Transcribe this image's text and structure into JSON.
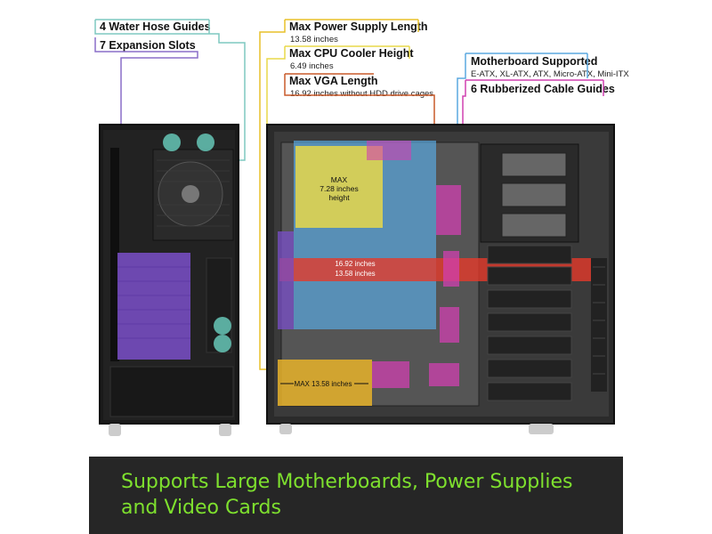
{
  "callouts": {
    "water_hose": {
      "title": "4 Water Hose Guides",
      "color": "#7ec8c0"
    },
    "expansion": {
      "title": "7 Expansion Slots",
      "color": "#8a6fc9"
    },
    "psu": {
      "title": "Max Power Supply Length",
      "value": "13.58 inches",
      "color": "#e8c12a"
    },
    "cpu": {
      "title": "Max CPU Cooler Height",
      "value": "6.49 inches",
      "color": "#e8d84a"
    },
    "vga": {
      "title": "Max VGA Length",
      "value": "16.92 inches without HDD drive cages",
      "color": "#e05a2a"
    },
    "mobo": {
      "title": "Motherboard Supported",
      "value": "E-ATX, XL-ATX, ATX, Micro-ATX, Mini-ITX",
      "color": "#5aa8e0"
    },
    "cable": {
      "title": "6 Rubberized Cable Guides",
      "color": "#d040b0"
    }
  },
  "overlays": {
    "cpu_max": "MAX\n7.28 inches\nheight",
    "vga_len_1": "16.92 inches",
    "vga_len_2": "13.58 inches",
    "psu_max": "MAX 13.58 inches"
  },
  "banner": {
    "line1": "Supports Large Motherboards, Power Supplies",
    "line2": "and Video Cards",
    "text_color": "#7ee02e"
  }
}
